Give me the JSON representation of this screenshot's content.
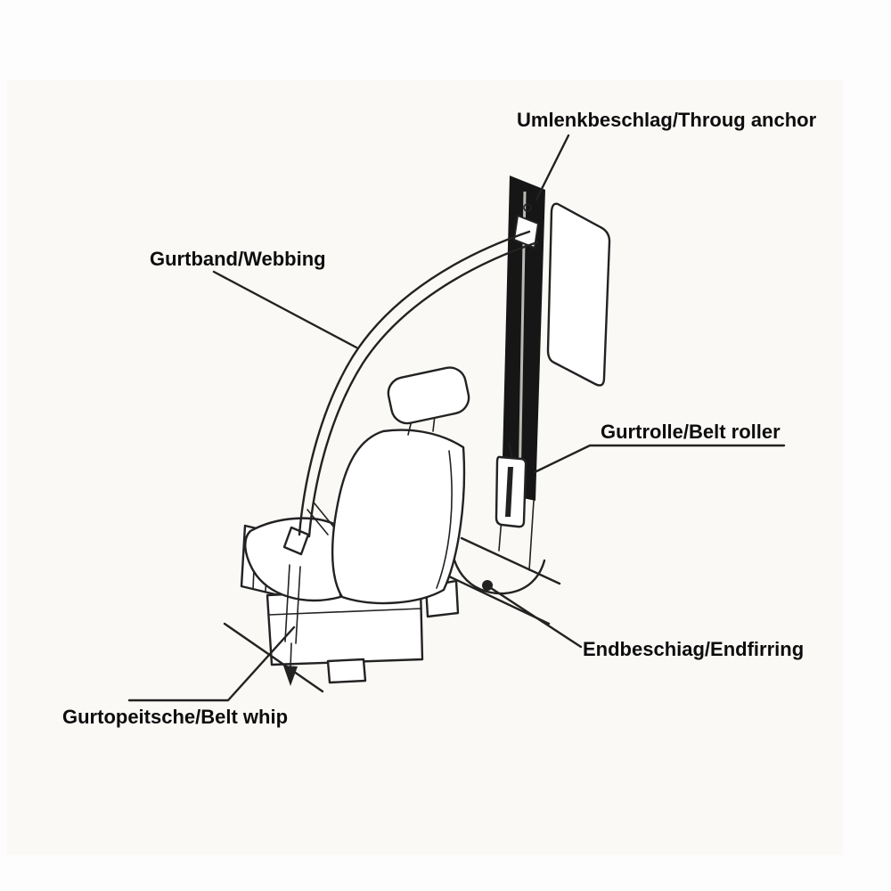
{
  "diagram": {
    "subject": "seat-belt-assembly-diagram",
    "labels": {
      "through_anchor": "Umlenkbeschlag/Throug anchor",
      "webbing": "Gurtband/Webbing",
      "belt_roller": "Gurtrolle/Belt roller",
      "end_fitting": "Endbeschiag/Endfirring",
      "belt_whip": "Gurtopeitsche/Belt whip"
    },
    "colors": {
      "line": "#222222",
      "text": "#0d0d0d",
      "background": "#faf9f6",
      "pillar_fill": "#161616"
    }
  }
}
